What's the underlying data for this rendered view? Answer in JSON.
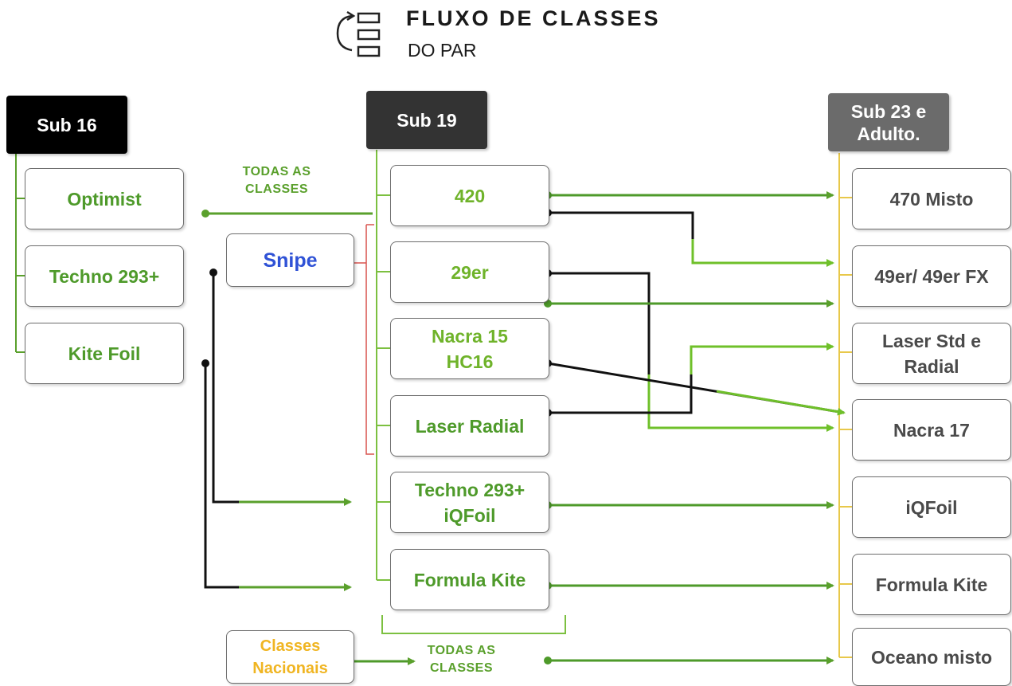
{
  "title": "FLUXO DE CLASSES",
  "subtitle": "DO PAR",
  "icon": "class-flow-icon",
  "columns": {
    "sub16": {
      "header": "Sub 16",
      "header_color": "#000000",
      "items": [
        "Optimist",
        "Techno 293+",
        "Kite Foil"
      ]
    },
    "sub19": {
      "header": "Sub 19",
      "header_color": "#333333",
      "items": [
        "420",
        "29er",
        "Nacra 15\nHC16",
        "Laser Radial",
        "Techno 293+\niQFoil",
        "Formula Kite"
      ]
    },
    "sub23": {
      "header": "Sub 23 e\nAdulto.",
      "header_color": "#6b6b6b",
      "items": [
        "470 Misto",
        "49er/ 49er FX",
        "Laser Std e\nRadial",
        "Nacra 17",
        "iQFoil",
        "Formula Kite",
        "Oceano misto"
      ]
    }
  },
  "side_boxes": {
    "snipe": "Snipe",
    "nacionais": "Classes\nNacionais"
  },
  "notes": {
    "todas_top": "TODAS AS\nCLASSES",
    "todas_bottom": "TODAS AS\nCLASSES"
  },
  "colors": {
    "green": "#4e9a2a",
    "lime": "#6fb32a",
    "dark": "#111111",
    "gold": "#e8c84a",
    "red": "#d9534f",
    "snipe_blue": "#2f52d6",
    "nacionais_orange": "#f0b522"
  }
}
